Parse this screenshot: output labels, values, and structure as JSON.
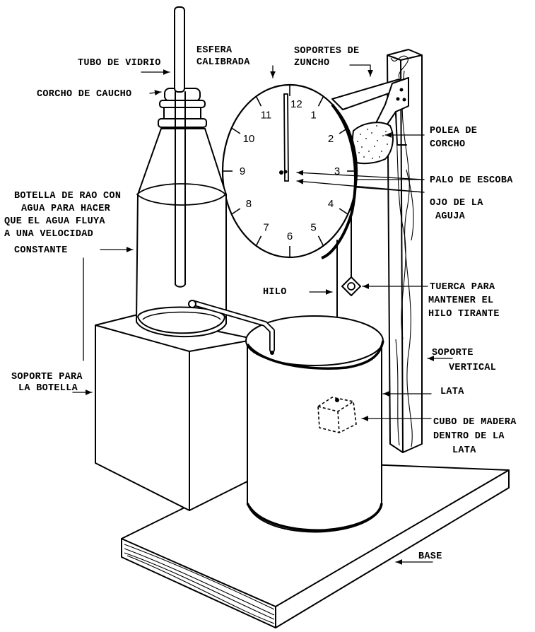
{
  "diagram": {
    "title": "Reloj de agua",
    "labels": {
      "tubo_vidrio": "TUBO DE VIDRIO",
      "esfera_1": "ESFERA",
      "esfera_2": "CALIBRADA",
      "soportes_zuncho_1": "SOPORTES DE",
      "soportes_zuncho_2": "ZUNCHO",
      "corcho_caucho": "CORCHO DE CAUCHO",
      "polea_1": "POLEA DE",
      "polea_2": "CORCHO",
      "palo_escoba": "PALO DE ESCOBA",
      "ojo_1": "OJO DE LA",
      "ojo_2": "AGUJA",
      "botella_1": "BOTELLA DE RAO CON",
      "botella_2": "AGUA PARA HACER",
      "botella_3": "QUE EL AGUA FLUYA",
      "botella_4": "A UNA VELOCIDAD",
      "botella_5": "CONSTANTE",
      "hilo": "HILO",
      "tuerca_1": "TUERCA PARA",
      "tuerca_2": "MANTENER EL",
      "tuerca_3": "HILO TIRANTE",
      "soporte_vertical_1": "SOPORTE",
      "soporte_vertical_2": "VERTICAL",
      "soporte_botella_1": "SOPORTE PARA",
      "soporte_botella_2": "LA BOTELLA",
      "lata": "LATA",
      "cubo_1": "CUBO DE MADERA",
      "cubo_2": "DENTRO DE LA",
      "cubo_3": "LATA",
      "base": "BASE"
    },
    "dial_numbers": [
      "12",
      "1",
      "2",
      "3",
      "4",
      "5",
      "6",
      "7",
      "8",
      "9",
      "10",
      "11"
    ],
    "line_color": "#000000",
    "background": "#ffffff"
  }
}
